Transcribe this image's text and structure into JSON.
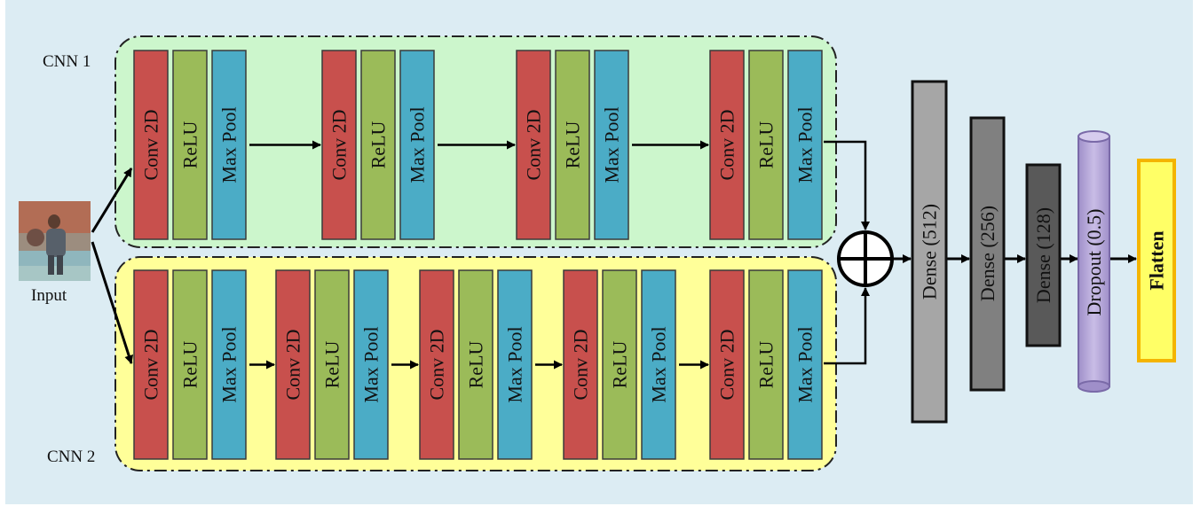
{
  "labels": {
    "cnn1": "CNN 1",
    "cnn2": "CNN 2",
    "input": "Input"
  },
  "layer_text": {
    "conv": "Conv 2D",
    "relu": "ReLU",
    "pool": "Max Pool"
  },
  "cnn1_block_count": 4,
  "cnn2_block_count": 5,
  "head": {
    "dense512": "Dense (512)",
    "dense256": "Dense (256)",
    "dense128": "Dense (128)",
    "dropout": "Dropout (0.5)",
    "flatten": "Flatten"
  },
  "colors": {
    "background": "#dcecf3",
    "cnn1_panel": "#ccf6cc",
    "cnn2_panel": "#ffff99",
    "conv": "#c8504d",
    "relu": "#9bbb59",
    "pool": "#4bacc6",
    "dense512": "#a6a6a6",
    "dense256": "#808080",
    "dense128": "#595959",
    "dropout": "#b4a7d6",
    "flatten": "#ffff66",
    "flatten_border": "#f4b400"
  }
}
